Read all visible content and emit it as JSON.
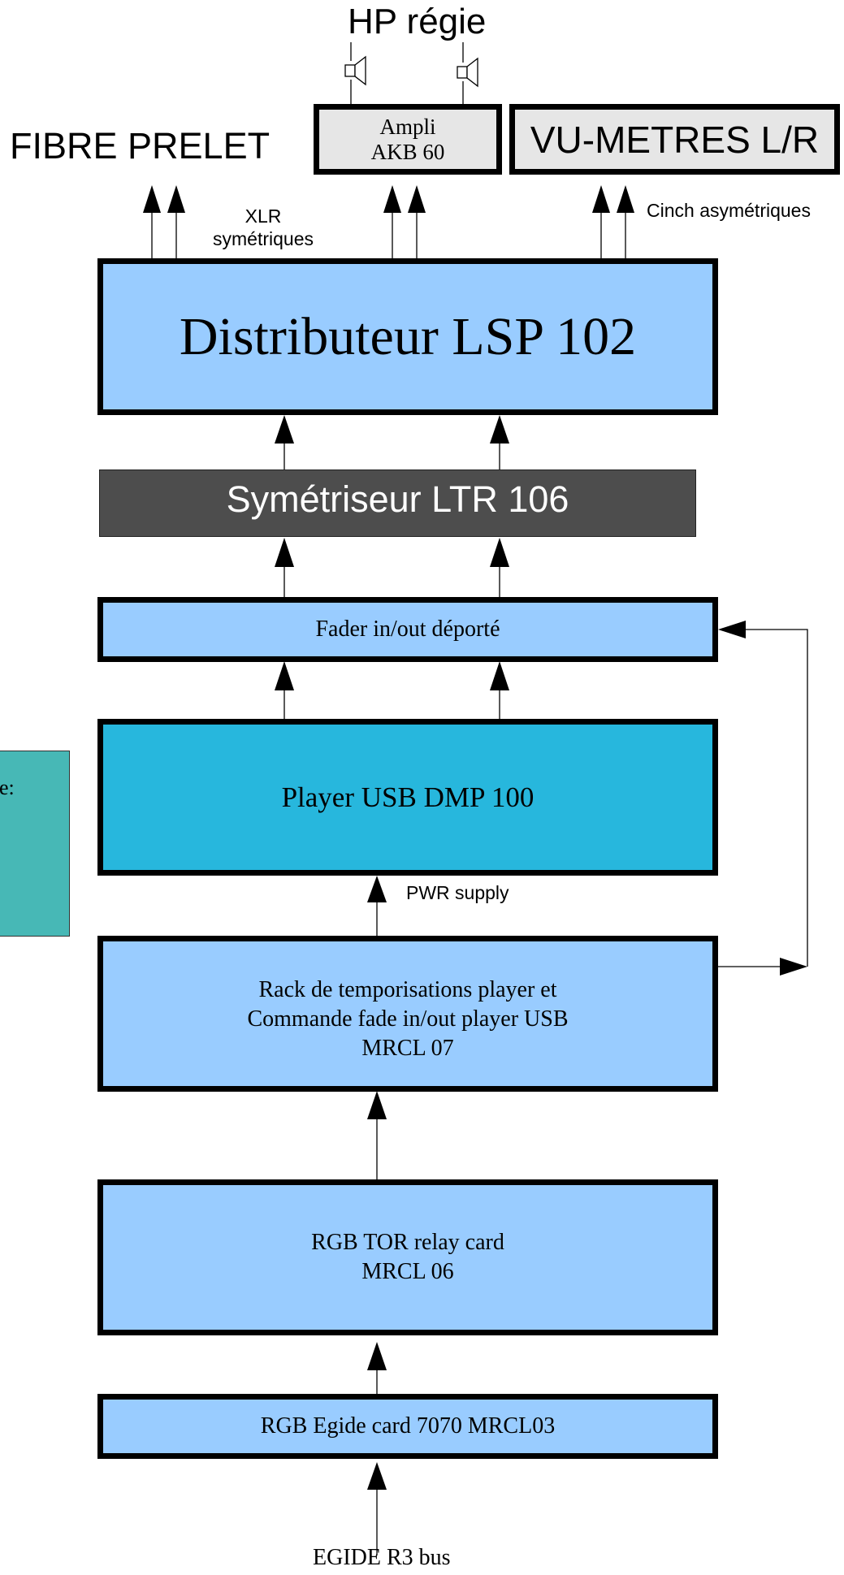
{
  "top": {
    "hp_regie": "HP régie",
    "fibre_prelet": "FIBRE PRELET",
    "ampli_line1": "Ampli",
    "ampli_line2": "AKB 60",
    "vu_metres": "VU-METRES L/R",
    "xlr_line1": "XLR",
    "xlr_line2": "symétriques",
    "cinch": "Cinch asymétriques"
  },
  "blocks": {
    "distributeur": "Distributeur LSP 102",
    "symetriseur": "Symétriseur LTR 106",
    "fader": "Fader in/out déporté",
    "player": "Player USB DMP 100",
    "pwr_supply": "PWR supply",
    "rack_line1": "Rack de temporisations player et",
    "rack_line2": "Commande fade in/out player USB",
    "rack_line3": "MRCL 07",
    "rgb_tor_line1": "RGB TOR relay card",
    "rgb_tor_line2": "MRCL 06",
    "rgb_egide": "RGB Egide card 7070 MRCL03",
    "egide_bus": "EGIDE R3 bus"
  },
  "side_note": {
    "text": "e:"
  },
  "colors": {
    "box_blue": "#99ccff",
    "player_cyan": "#27b7dd",
    "symetriseur_dark": "#4d4d4d",
    "ampli_grey": "#e6e6e6",
    "side_teal": "#47b8b6"
  }
}
